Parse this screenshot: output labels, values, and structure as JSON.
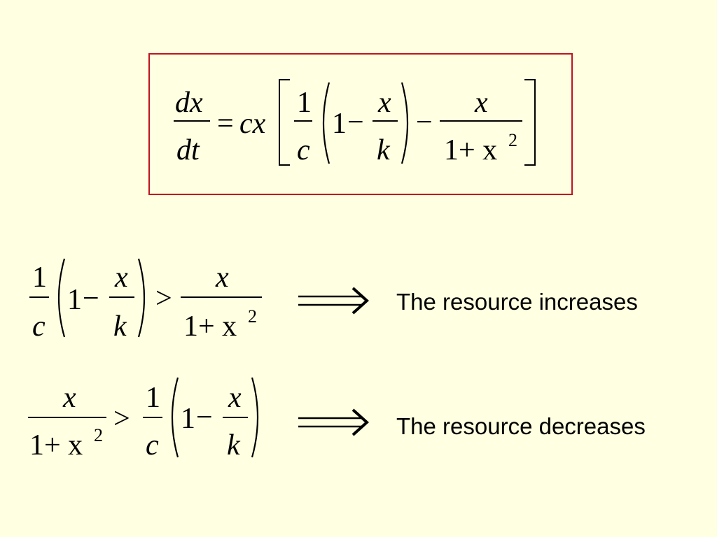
{
  "main_equation": {
    "lhs_num": "dx",
    "lhs_den": "dt",
    "equals": "=",
    "factor": "cx",
    "inner_one_num": "1",
    "inner_one_den": "c",
    "paren_one": "1",
    "minus1": "−",
    "frac_num": "x",
    "frac_den": "k",
    "minus2": "−",
    "rhs_num": "x",
    "rhs_den_base": "1+ x",
    "exponent": "2"
  },
  "inequality_1": {
    "a_num": "1",
    "a_den": "c",
    "one": "1",
    "minus": "−",
    "b_num": "x",
    "b_den": "k",
    "rel": ">",
    "c_num": "x",
    "c_den_base": "1+ x",
    "exponent": "2",
    "result": "The resource increases"
  },
  "inequality_2": {
    "c_num": "x",
    "c_den_base": "1+ x",
    "exponent": "2",
    "rel": ">",
    "a_num": "1",
    "a_den": "c",
    "one": "1",
    "minus": "−",
    "b_num": "x",
    "b_den": "k",
    "result": "The resource decreases"
  },
  "icons": {
    "implies": "double-right-arrow-icon"
  }
}
